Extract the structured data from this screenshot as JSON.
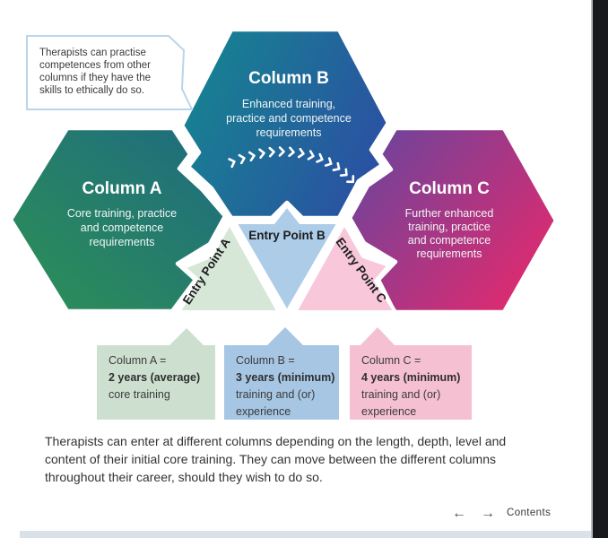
{
  "bubble": {
    "lines": [
      "Therapists can practise",
      "competences from other",
      "columns if they have the",
      "skills to ethically do so."
    ]
  },
  "columns": {
    "a": {
      "title": "Column A",
      "subtitle": [
        "Core training, practice",
        "and competence",
        "requirements"
      ]
    },
    "b": {
      "title": "Column B",
      "subtitle": [
        "Enhanced training,",
        "practice and competence",
        "requirements"
      ]
    },
    "c": {
      "title": "Column C",
      "subtitle": [
        "Further enhanced",
        "training, practice",
        "and competence",
        "requirements"
      ]
    }
  },
  "entry_points": {
    "a": "Entry Point A",
    "b": "Entry Point B",
    "c": "Entry Point C"
  },
  "info_boxes": [
    {
      "line1": "Column A =",
      "bold": "2 years (average)",
      "line3": "core training",
      "line4": ""
    },
    {
      "line1": "Column B =",
      "bold": "3 years (minimum)",
      "line3": "training and (or)",
      "line4": "experience"
    },
    {
      "line1": "Column C =",
      "bold": "4 years (minimum)",
      "line3": "training and (or)",
      "line4": "experience"
    }
  ],
  "paragraph": {
    "lines": [
      "Therapists can enter at different columns depending on the length, depth, level and",
      "content of their initial core training. They can move between the different columns",
      "throughout their career, should they wish to do so."
    ]
  },
  "footer": {
    "back_arrow": "←",
    "forward_arrow": "→",
    "contents_label": "Contents"
  },
  "colors": {
    "col_a_start": "#2d9155",
    "col_a_end": "#1e6a80",
    "col_b_start": "#168391",
    "col_b_end": "#2b4fa3",
    "col_c_start": "#63469f",
    "col_c_end": "#e02a6f",
    "entry_a": "#d6e7d7",
    "entry_b": "#accce8",
    "entry_c": "#f8c7d9",
    "box_a": "#cde0cf",
    "box_b": "#a6c6e3",
    "box_c": "#f5c0d2",
    "bubble_border": "#b9d5ea",
    "frame_dark": "#17191c",
    "footer_strip": "#dae1e8"
  }
}
